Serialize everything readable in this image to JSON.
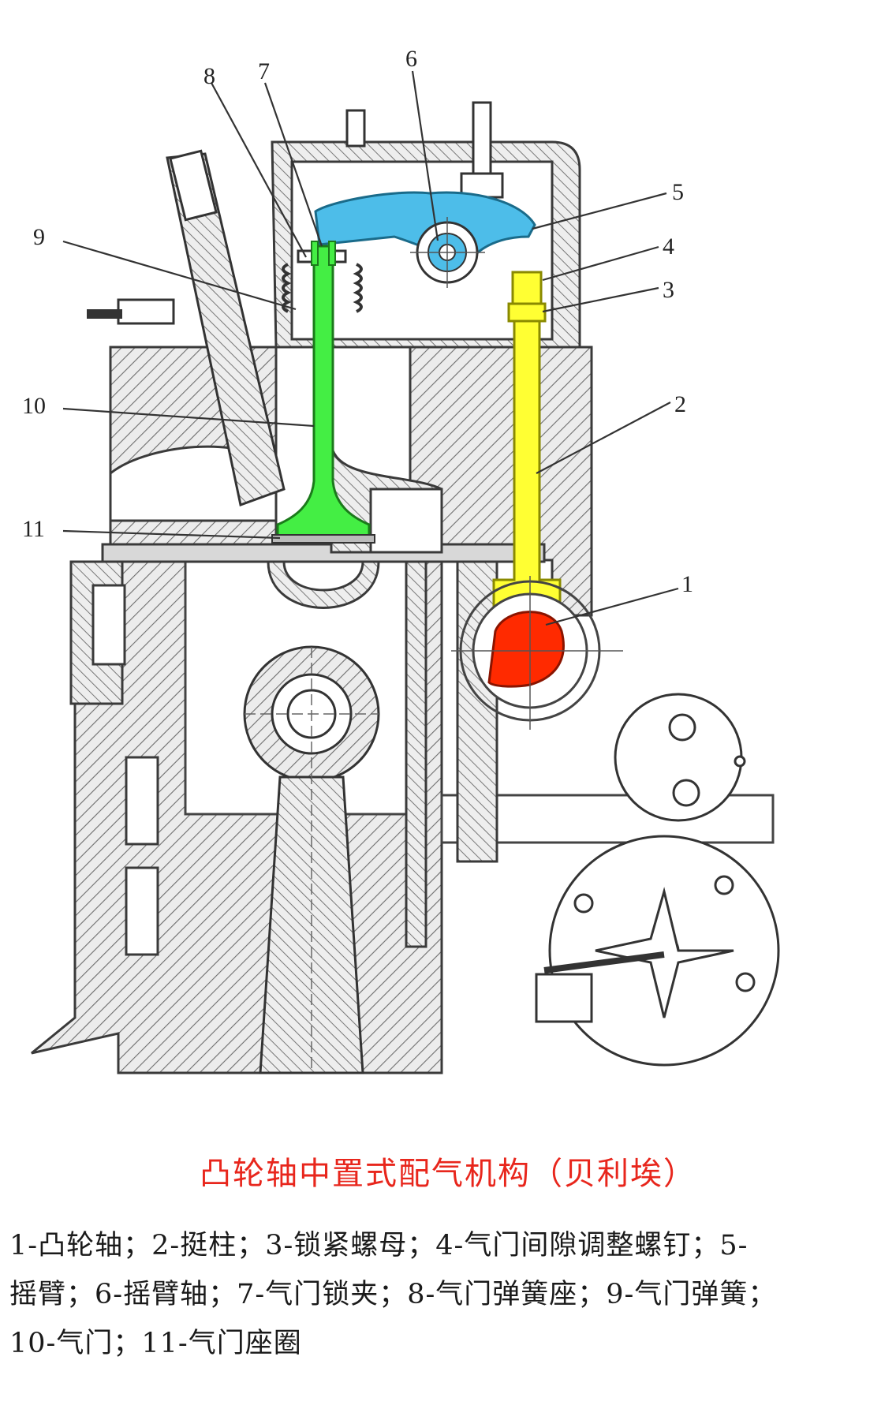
{
  "title": "凸轮轴中置式配气机构（贝利埃）",
  "legend": {
    "line1": "1-凸轮轴；2-挺柱；3-锁紧螺母；4-气门间隙调整螺钉；5-",
    "line2": "摇臂；6-摇臂轴；7-气门锁夹；8-气门弹簧座；9-气门弹簧；",
    "line3": "10-气门；11-气门座圈"
  },
  "callouts": [
    "1",
    "2",
    "3",
    "4",
    "5",
    "6",
    "7",
    "8",
    "9",
    "10",
    "11"
  ],
  "colors": {
    "camshaft": "#ff2a00",
    "pushrod": "#ffff33",
    "rocker": "#4dbde9",
    "valve": "#44ee44",
    "title": "#e8261c"
  }
}
